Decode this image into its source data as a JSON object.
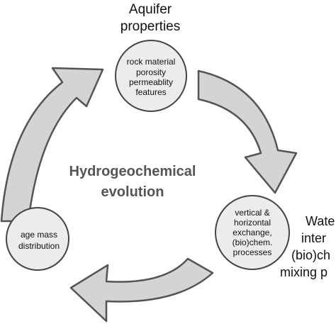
{
  "diagram": {
    "header_line1": "Aquifer",
    "header_line2": "properties",
    "center_line1": "Hydrogeochemical",
    "center_line2": "evolution",
    "top_node": [
      "rock material",
      "porosity",
      "permeablity",
      "features"
    ],
    "right_node": [
      "vertical &",
      "horizontal",
      "exchange,",
      "(bio)chem.",
      "processes"
    ],
    "left_node": [
      "age mass",
      "distribution"
    ],
    "right_cut": [
      "Wate",
      "inter",
      "(bio)ch",
      "mixing p"
    ]
  },
  "colors": {
    "arrow_fill": "#d4d4d4",
    "arrow_stroke": "#545454",
    "node_fill": "#ececec",
    "node_stroke": "#444444",
    "center_text": "#555555"
  }
}
